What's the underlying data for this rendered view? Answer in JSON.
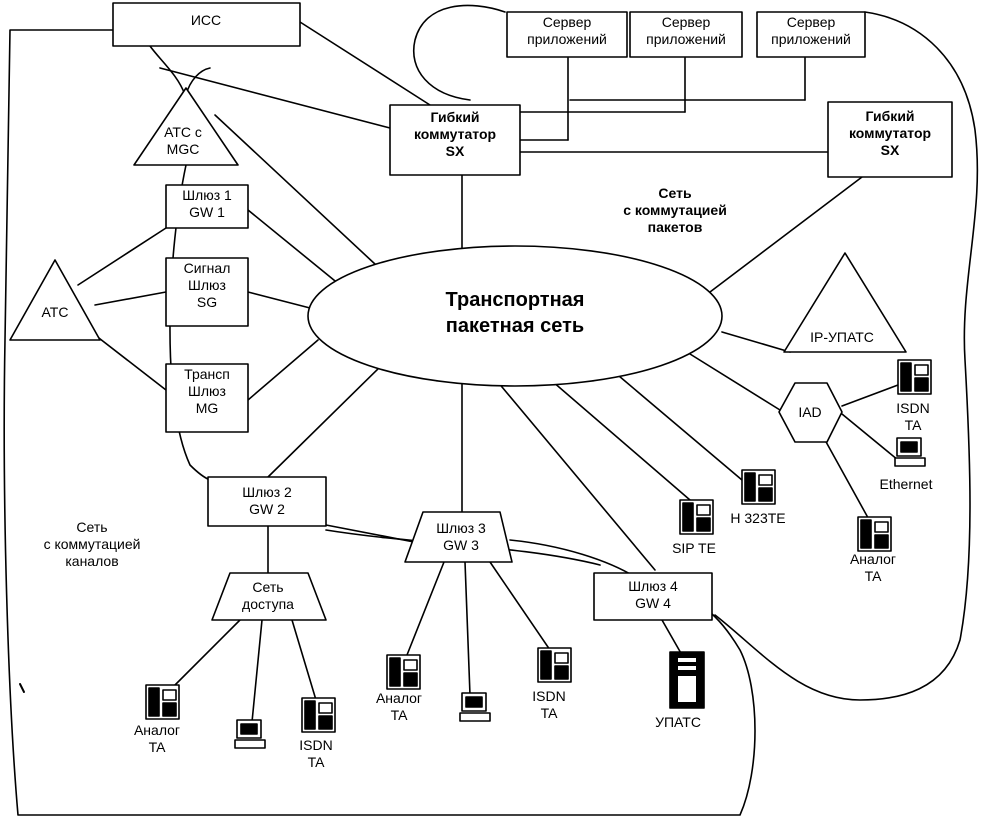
{
  "nodes": {
    "iss": {
      "lines": [
        "ИСС"
      ]
    },
    "server1": {
      "lines": [
        "Сервер",
        "приложений"
      ]
    },
    "server2": {
      "lines": [
        "Сервер",
        "приложений"
      ]
    },
    "server3": {
      "lines": [
        "Сервер",
        "приложений"
      ]
    },
    "softswitch1": {
      "lines": [
        "Гибкий",
        "коммутатор",
        "SX"
      ]
    },
    "softswitch2": {
      "lines": [
        "Гибкий",
        "коммутатор",
        "SX"
      ]
    },
    "ats_mgc": {
      "lines": [
        "АТС с",
        "MGC"
      ]
    },
    "ats": {
      "lines": [
        "АТС"
      ]
    },
    "gw1": {
      "lines": [
        "Шлюз 1",
        "GW 1"
      ]
    },
    "sg": {
      "lines": [
        "Сигнал",
        "Шлюз",
        "SG"
      ]
    },
    "mg": {
      "lines": [
        "Трансп",
        "Шлюз",
        "MG"
      ]
    },
    "transport": {
      "lines": [
        "Транспортная",
        "пакетная сеть"
      ]
    },
    "packet_net": {
      "lines": [
        "Сеть",
        "с коммутацией",
        "пакетов"
      ]
    },
    "circuit_net": {
      "lines": [
        "Сеть",
        "с коммутацией",
        "каналов"
      ]
    },
    "ip_upats": {
      "lines": [
        "IP-УПАТС"
      ]
    },
    "iad": {
      "lines": [
        "IAD"
      ]
    },
    "isdn_ta_right": {
      "lines": [
        "ISDN",
        "TA"
      ]
    },
    "ethernet": {
      "lines": [
        "Ethernet"
      ]
    },
    "analog_ta_right": {
      "lines": [
        "Аналог",
        "TA"
      ]
    },
    "h323": {
      "lines": [
        "H 323TE"
      ]
    },
    "sip": {
      "lines": [
        "SIP TE"
      ]
    },
    "gw2": {
      "lines": [
        "Шлюз 2",
        "GW 2"
      ]
    },
    "gw3": {
      "lines": [
        "Шлюз 3",
        "GW 3"
      ]
    },
    "gw4": {
      "lines": [
        "Шлюз 4",
        "GW 4"
      ]
    },
    "access_net": {
      "lines": [
        "Сеть",
        "доступа"
      ]
    },
    "analog_ta_left": {
      "lines": [
        "Аналог",
        "TA"
      ]
    },
    "isdn_ta_left": {
      "lines": [
        "ISDN",
        "TA"
      ]
    },
    "analog_ta_mid": {
      "lines": [
        "Аналог",
        "TA"
      ]
    },
    "isdn_ta_mid": {
      "lines": [
        "ISDN",
        "TA"
      ]
    },
    "upats": {
      "lines": [
        "УПАТС"
      ]
    }
  }
}
